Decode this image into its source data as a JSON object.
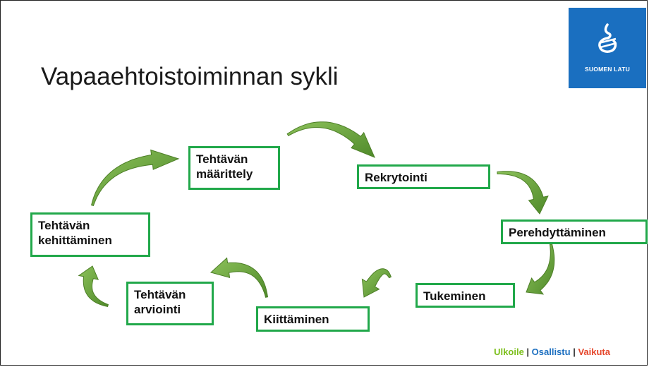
{
  "title": "Vapaaehtoistoiminnan sykli",
  "logo": {
    "text": "SUOMEN LATU"
  },
  "steps": [
    {
      "line1": "Tehtävän",
      "line2": "määrittely"
    },
    {
      "line1": "Rekrytointi",
      "line2": ""
    },
    {
      "line1": "Perehdyttäminen",
      "line2": ""
    },
    {
      "line1": "Tukeminen",
      "line2": ""
    },
    {
      "line1": "Kiittäminen",
      "line2": ""
    },
    {
      "line1": "Tehtävän",
      "line2": "arviointi"
    },
    {
      "line1": "Tehtävän",
      "line2": "kehittäminen"
    }
  ],
  "footer": {
    "part1": "Ulkoile",
    "sep1": " | ",
    "part2": "Osallistu",
    "sep2": " | ",
    "part3": "Vaikuta"
  },
  "colors": {
    "box_border": "#21a84a",
    "arrow_fill": "#6ba33b",
    "arrow_stroke": "#4d7f27",
    "logo_bg": "#1a6fc0"
  }
}
